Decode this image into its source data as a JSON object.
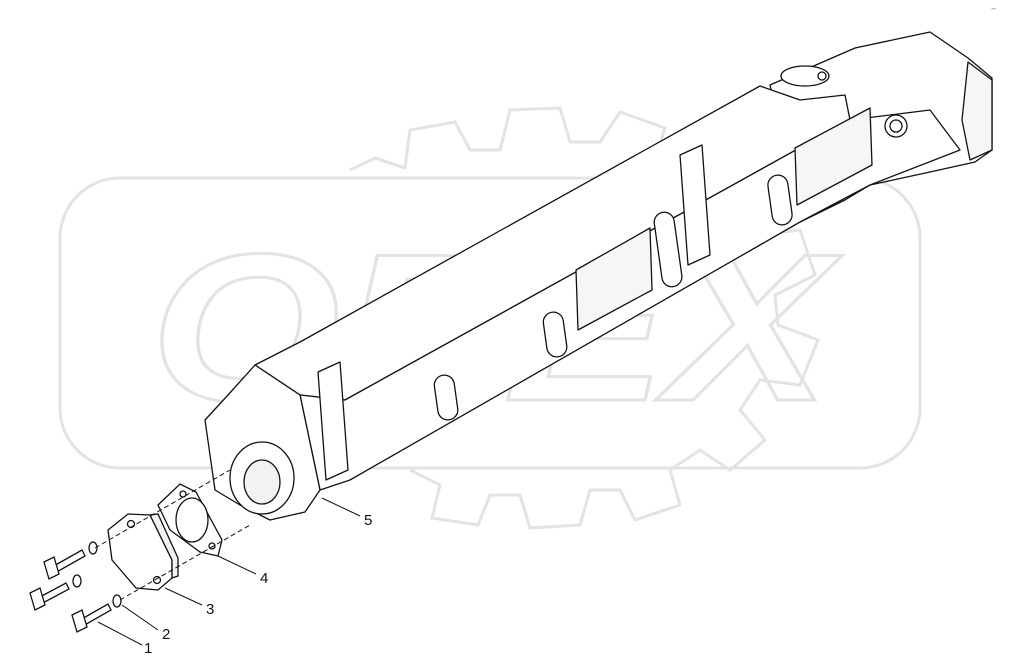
{
  "diagram": {
    "watermark": {
      "text": "OPEX",
      "color": "#e6e6e6"
    },
    "corner_mark": "↔",
    "callouts": [
      {
        "id": "1",
        "label": "1",
        "part": "bolt"
      },
      {
        "id": "2",
        "label": "2",
        "part": "washer"
      },
      {
        "id": "3",
        "label": "3",
        "part": "cover-plate"
      },
      {
        "id": "4",
        "label": "4",
        "part": "gasket"
      },
      {
        "id": "5",
        "label": "5",
        "part": "manifold"
      }
    ],
    "colors": {
      "line": "#111111",
      "fill": "#ffffff",
      "shade": "#f3f3f3"
    }
  }
}
